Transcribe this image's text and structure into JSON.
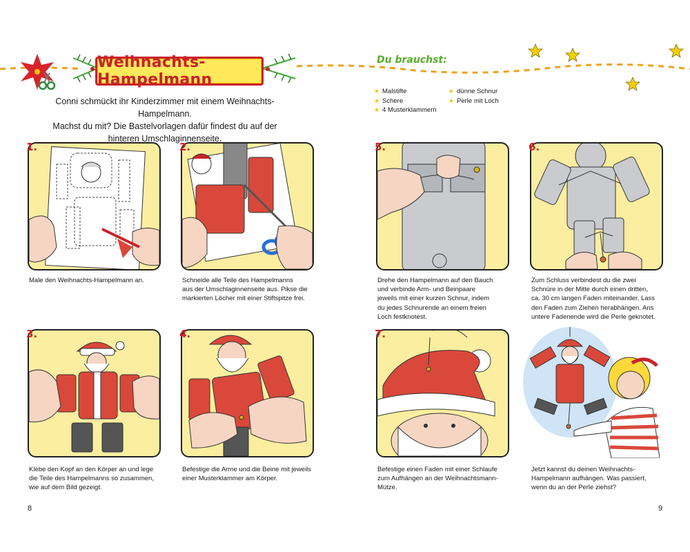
{
  "header": {
    "title": "Weihnachts-Hampelmann",
    "intro_lines": [
      "Conni schmückt ihr Kinderzimmer mit einem Weihnachts-Hampelmann.",
      "Machst du mit? Die Bastelvorlagen dafür findest du auf der",
      "hinteren Umschlaginnenseite."
    ]
  },
  "materials": {
    "title": "Du brauchst:",
    "col1": [
      "Malstifte",
      "Schere",
      "4 Musterklammern"
    ],
    "col2": [
      "dünne Schnur",
      "Perle mit Loch"
    ]
  },
  "steps": [
    {
      "num": "1.",
      "caption": [
        "Male den Weihnachts-Hampelmann an."
      ]
    },
    {
      "num": "2.",
      "caption": [
        "Schneide alle Teile des Hampelmanns",
        "aus der Umschlaginnenseite aus. Pikse die",
        "markierten Löcher mit einer Stiftspitze frei."
      ]
    },
    {
      "num": "3.",
      "caption": [
        "Klebe den Kopf an den Körper an und lege",
        "die Teile des Hampelmanns so zusammen,",
        "wie auf dem Bild gezeigt."
      ]
    },
    {
      "num": "4.",
      "caption": [
        "Befestige die Arme und die Beine mit jeweils",
        "einer Musterklammer am Körper."
      ]
    },
    {
      "num": "5.",
      "caption": [
        "Drehe den Hampelmann auf den Bauch",
        "und verbinde Arm- und Beinpaare",
        "jeweils mit einer kurzen Schnur, indem",
        "du jedes Schnurende an einem freien",
        "Loch festknotest."
      ]
    },
    {
      "num": "6.",
      "caption": [
        "Zum Schluss verbindest du die zwei",
        "Schnüre in der Mitte durch einen dritten,",
        "ca. 30 cm langen Faden miteinander. Lass",
        "den Faden zum Ziehen herabhängen. Ans",
        "untere Fadenende wird die Perle geknotet."
      ]
    },
    {
      "num": "7.",
      "caption": [
        "Befestige einen Faden mit einer Schlaufe",
        "zum Aufhängen an der Weihnachtsmann-",
        "Mütze."
      ]
    }
  ],
  "final_caption": [
    "Jetzt kannst du deinen Weihnachts-",
    "Hampelmann aufhängen. Was passiert,",
    "wenn du an der Perle ziehst?"
  ],
  "pages": {
    "left": "8",
    "right": "9"
  },
  "colors": {
    "accent_red": "#c9222b",
    "panel_yellow": "#fbeea0",
    "banner_yellow": "#ffe95a",
    "dash_orange": "#f0a020",
    "green": "#5aab2b",
    "star_yellow": "#f4d000"
  }
}
